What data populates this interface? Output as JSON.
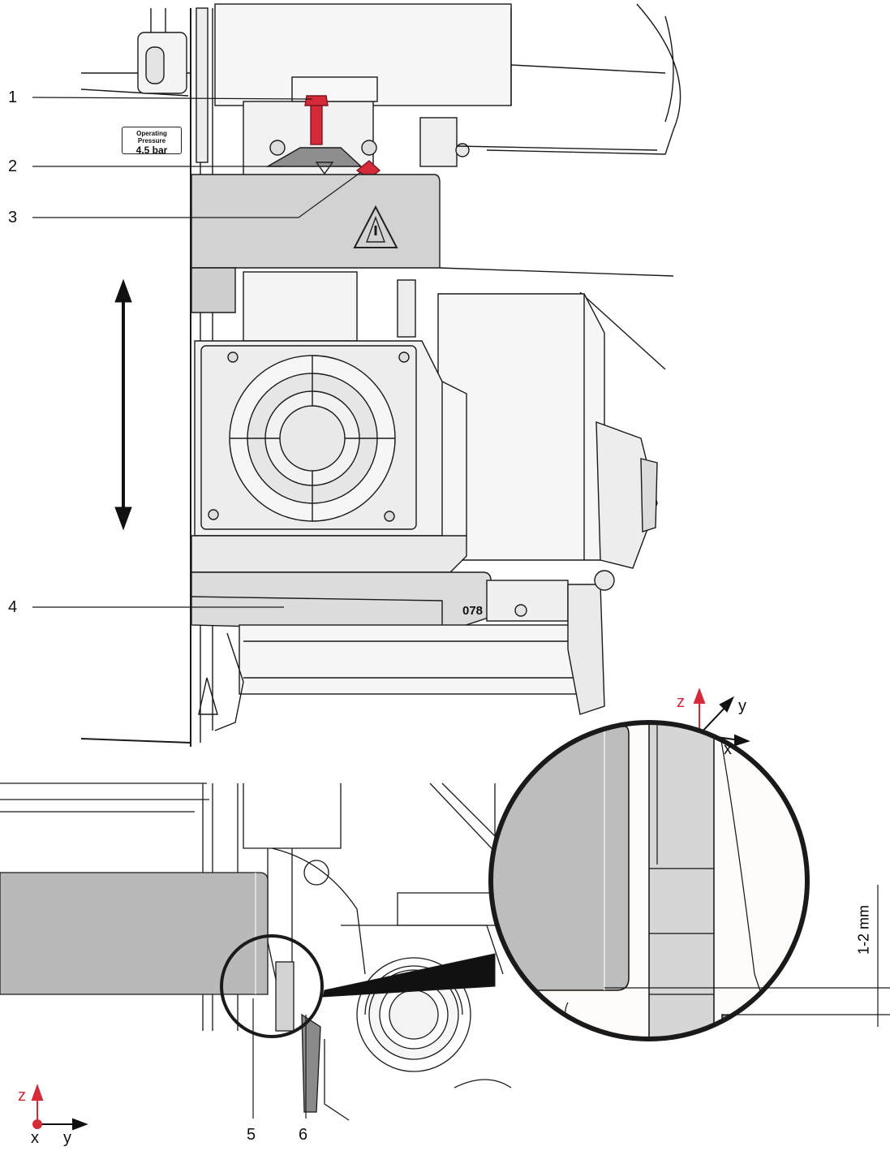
{
  "callouts": {
    "c1": "1",
    "c2": "2",
    "c3": "3",
    "c4": "4",
    "c5": "5",
    "c6": "6"
  },
  "label_plate": {
    "title": "Operating Pressure",
    "value": "4.5 bar"
  },
  "part_number_fragment": "078",
  "top_axes": {
    "z": "z",
    "y": "y",
    "x": "x"
  },
  "bottom_axes": {
    "z": "z",
    "x": "x",
    "y": "y"
  },
  "gap_dimension": "1-2 mm",
  "colors": {
    "accent_red": "#d42a3a",
    "housing_gray": "#d2d2d2",
    "dark_gray": "#8a8a8a",
    "line": "#1a1a1a"
  }
}
